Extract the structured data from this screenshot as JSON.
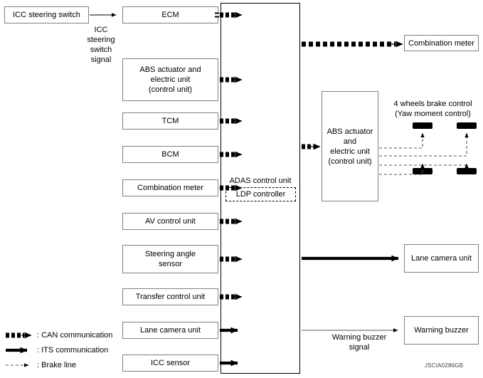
{
  "diagram": {
    "id_code": "JSCIA0286GB",
    "central_unit": {
      "title": "ADAS control unit",
      "sub_module": "LDP controller"
    },
    "inputs": [
      {
        "label": "ICC steering switch",
        "link": "ITS communication"
      },
      {
        "label": "ECM",
        "link": "CAN communication"
      },
      {
        "label": "ABS actuator and\nelectric unit\n(control unit)",
        "link": "CAN communication"
      },
      {
        "label": "TCM",
        "link": "CAN communication"
      },
      {
        "label": "BCM",
        "link": "CAN communication"
      },
      {
        "label": "Combination meter",
        "link": "CAN communication"
      },
      {
        "label": "AV control unit",
        "link": "CAN communication"
      },
      {
        "label": "Steering angle\nsensor",
        "link": "CAN communication"
      },
      {
        "label": "Transfer control unit",
        "link": "CAN communication"
      },
      {
        "label": "Lane camera unit",
        "link": "ITS communication"
      },
      {
        "label": "ICC sensor",
        "link": "ITS communication"
      }
    ],
    "outputs": [
      {
        "label": "Combination meter",
        "link": "CAN communication"
      },
      {
        "label": "Lane camera unit",
        "link": "ITS communication"
      },
      {
        "label": "Warning buzzer",
        "link": "ITS communication"
      }
    ],
    "abs_actuator": {
      "label": "ABS actuator\nand\nelectric unit\n(control unit)",
      "link": "CAN communication"
    },
    "brake_control": {
      "title": "4 wheels brake control\n(Yaw moment control)",
      "wheels": [
        "front-left",
        "front-right",
        "rear-left",
        "rear-right"
      ]
    },
    "signal_labels": {
      "icc_steering": "ICC\nsteering\nswitch\nsignal",
      "warning_buzzer": "Warning buzzer\nsignal"
    },
    "legend": [
      {
        "symbol": "can-arrow",
        "text": ": CAN communication"
      },
      {
        "symbol": "its-arrow",
        "text": ": ITS communication"
      },
      {
        "symbol": "brake-arrow",
        "text": ": Brake line"
      }
    ]
  }
}
